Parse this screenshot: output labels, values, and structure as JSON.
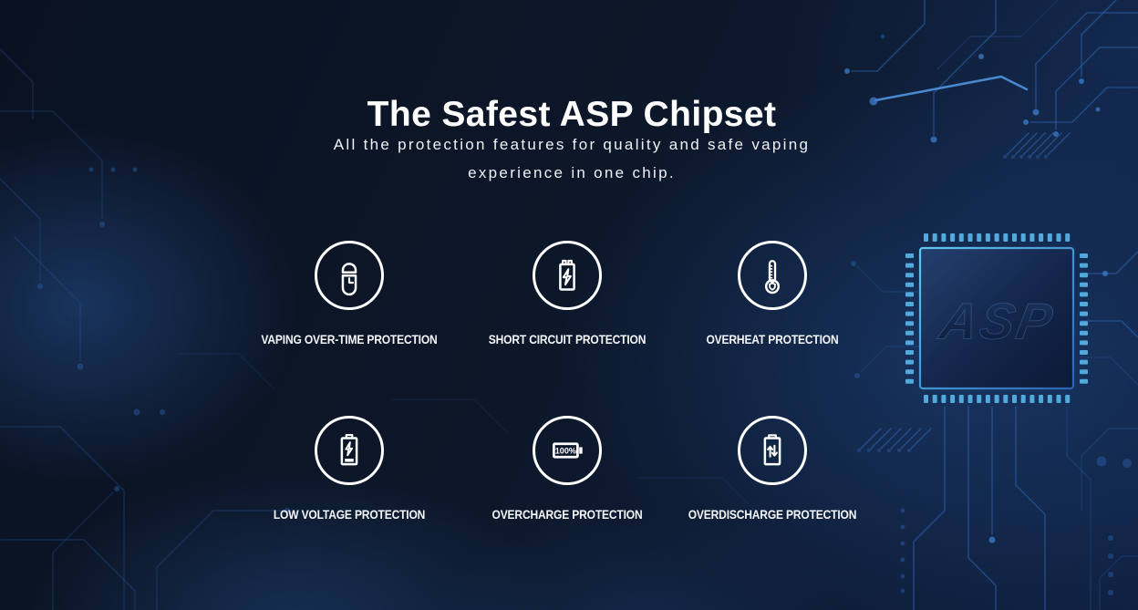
{
  "header": {
    "title": "The Safest ASP Chipset",
    "subtitle": "All the protection features for quality and safe vaping experience in one chip.",
    "subtitle_lines": [
      "All the protection features for quality and safe vaping",
      "experience in one chip."
    ]
  },
  "features": [
    {
      "label": "VAPING OVER-TIME PROTECTION",
      "icon": "pod-clock-icon"
    },
    {
      "label": "SHORT CIRCUIT PROTECTION",
      "icon": "battery-lightning-icon"
    },
    {
      "label": "OVERHEAT PROTECTION",
      "icon": "thermometer-shield-icon"
    },
    {
      "label": "LOW VOLTAGE PROTECTION",
      "icon": "battery-low-lightning-icon"
    },
    {
      "label": "OVERCHARGE PROTECTION",
      "icon": "battery-full-icon",
      "badge": "100%"
    },
    {
      "label": "OVERDISCHARGE PROTECTION",
      "icon": "battery-arrows-icon"
    }
  ],
  "chip": {
    "logo_text": "ASP"
  },
  "colors": {
    "background_dark": "#0a1222",
    "background_mid": "#0d1a30",
    "background_light": "#102040",
    "trace_blue": "#2e62ae",
    "accent_cyan": "#56b0e4",
    "text": "#ffffff"
  }
}
